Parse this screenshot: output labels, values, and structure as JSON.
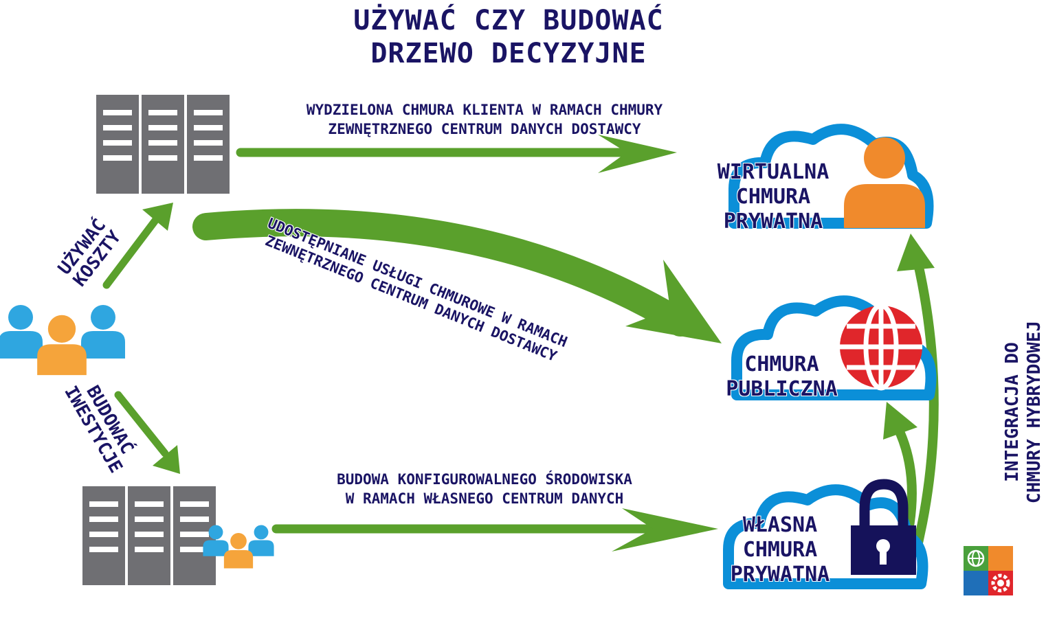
{
  "title": {
    "line1": "UŻYWAĆ CZY BUDOWAĆ",
    "line2": "DRZEWO DECYZYJNE"
  },
  "branches": {
    "use": {
      "line1": "UŻYWAĆ",
      "line2": "KOSZTY"
    },
    "build": {
      "line1": "BUDOWAĆ",
      "line2": "IWESTYCJE"
    }
  },
  "edges": {
    "dedicated": {
      "line1": "WYDZIELONA CHMURA KLIENTA W RAMACH CHMURY",
      "line2": "ZEWNĘTRZNEGO CENTRUM DANYCH DOSTAWCY"
    },
    "shared": {
      "line1": "UDOSTĘPNIANE USŁUGI CHMUROWE W RAMACH",
      "line2": "ZEWNĘTRZNEGO CENTRUM DANYCH DOSTAWCY"
    },
    "build": {
      "line1": "BUDOWA KONFIGUROWALNEGO ŚRODOWISKA",
      "line2": "W RAMACH WŁASNEGO CENTRUM DANYCH"
    }
  },
  "clouds": {
    "virtual": {
      "line1": "WIRTUALNA",
      "line2": "CHMURA",
      "line3": "PRYWATNA"
    },
    "public": {
      "line1": "CHMURA",
      "line2": "PUBLICZNA"
    },
    "own": {
      "line1": "WŁASNA",
      "line2": "CHMURA",
      "line3": "PRYWATNA"
    }
  },
  "integration": {
    "line1": "INTEGRACJA DO",
    "line2": "CHMURY HYBRYDOWEJ"
  },
  "colors": {
    "arrow_green": "#5aa02c",
    "cloud_blue": "#0b8fd8",
    "server_gray": "#6f6f73",
    "person_orange": "#f5a43b",
    "person_blue": "#2fa6e0",
    "label_navy": "#1a1464",
    "globe_red": "#e0262b",
    "lock_navy": "#15125a",
    "icon_green": "#4aa03c",
    "icon_orange": "#f08a2c",
    "icon_blue": "#1f6fb8"
  }
}
